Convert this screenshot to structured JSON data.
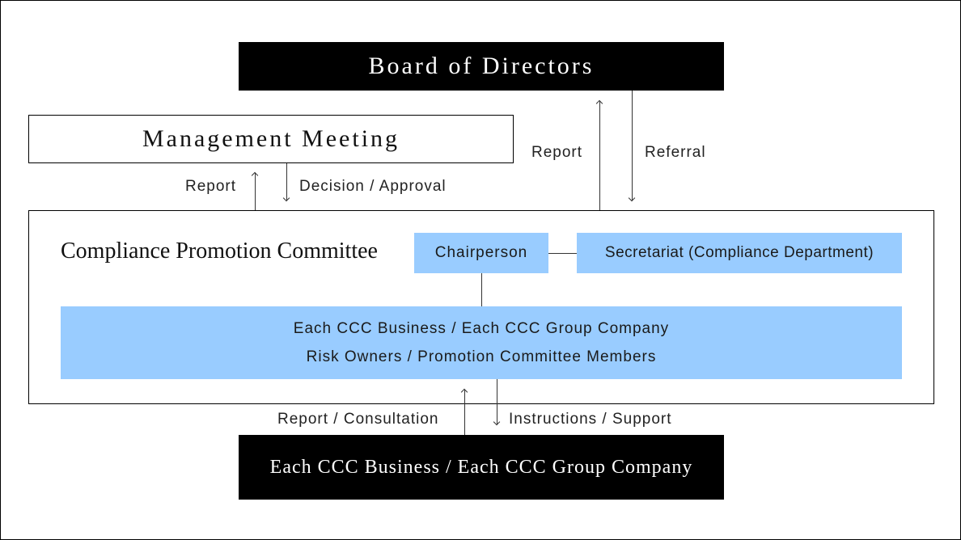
{
  "board": {
    "title": "Board of Directors"
  },
  "management": {
    "title": "Management Meeting"
  },
  "committee": {
    "title": "Compliance Promotion Committee",
    "chairperson": "Chairperson",
    "secretariat": "Secretariat (Compliance Department)",
    "members_line1": "Each CCC Business / Each CCC Group Company",
    "members_line2": "Risk Owners / Promotion Committee Members"
  },
  "bottom": {
    "title": "Each CCC Business / Each CCC Group Company"
  },
  "labels": {
    "mgmt_report": "Report",
    "mgmt_decision": "Decision / Approval",
    "board_report": "Report",
    "board_referral": "Referral",
    "bottom_report": "Report / Consultation",
    "bottom_instructions": "Instructions / Support"
  },
  "colors": {
    "dark_box": "#000000",
    "light_blue": "#99ccff"
  }
}
